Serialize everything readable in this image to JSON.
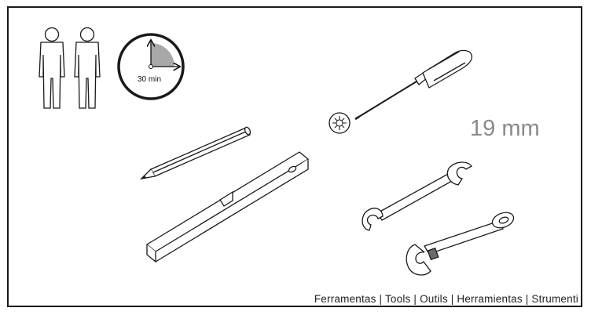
{
  "time": {
    "label": "30 min"
  },
  "wrench": {
    "size_label": "19 mm"
  },
  "caption": {
    "text": "Ferramentas | Tools | Outils | Herramientas | Strumenti"
  },
  "icons": [
    "person-icon",
    "clock-icon",
    "screwdriver-icon",
    "phillips-tip-icon",
    "pencil-icon",
    "spirit-level-icon",
    "open-end-wrench-icon",
    "adjustable-wrench-icon"
  ],
  "colors": {
    "line": "#1a1a1a",
    "clock_fill": "#a8a8a8",
    "size_text": "#8a8a8a"
  }
}
